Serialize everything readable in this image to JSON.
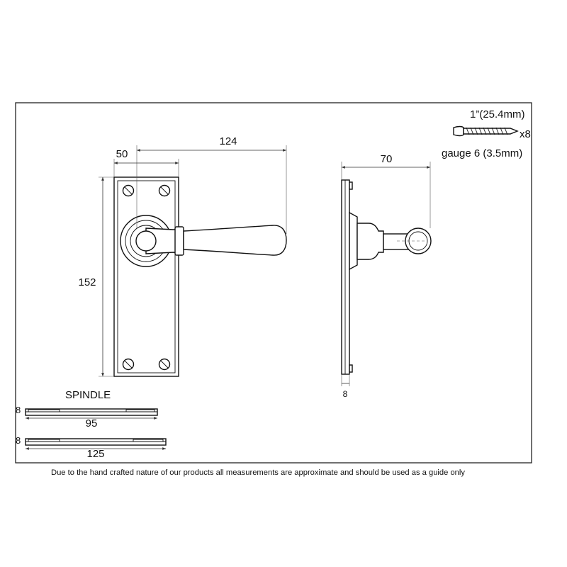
{
  "dimensions": {
    "handle_projection": "124",
    "plate_width": "50",
    "plate_height": "152",
    "side_depth": "70",
    "plate_thickness": "8"
  },
  "screw": {
    "length": "1”(25.4mm)",
    "quantity": "x8",
    "gauge": "gauge 6 (3.5mm)",
    "icon": "screw-icon"
  },
  "spindle": {
    "title": "SPINDLE",
    "short": {
      "size": "8",
      "length": "95"
    },
    "long": {
      "size": "8",
      "length": "125"
    }
  },
  "disclaimer": "Due to the hand crafted nature of our products all measurements are approximate and should be used as a guide only"
}
